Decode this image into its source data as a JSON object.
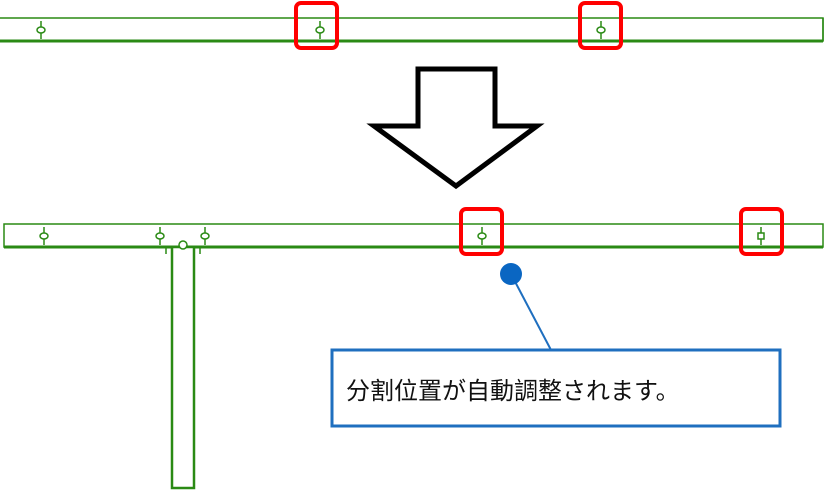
{
  "colors": {
    "beam": "#2a8a14",
    "highlight": "#ff0000",
    "callout_border": "#1f6fbf",
    "callout_dot": "#0a66c2",
    "arrow": "#000000"
  },
  "callout": {
    "text": "分割位置が自動調整されます。"
  },
  "diagram": {
    "before": {
      "marker_count": 3,
      "highlighted_markers": 2
    },
    "after": {
      "marker_count": 5,
      "highlighted_markers": 2,
      "has_branch_member": true
    }
  }
}
